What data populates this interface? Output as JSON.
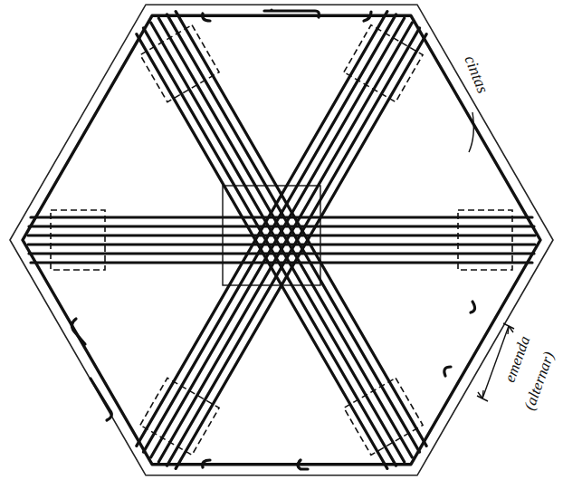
{
  "diagram": {
    "labels": [
      "cintas",
      "emenda",
      "(alternar)"
    ]
  }
}
